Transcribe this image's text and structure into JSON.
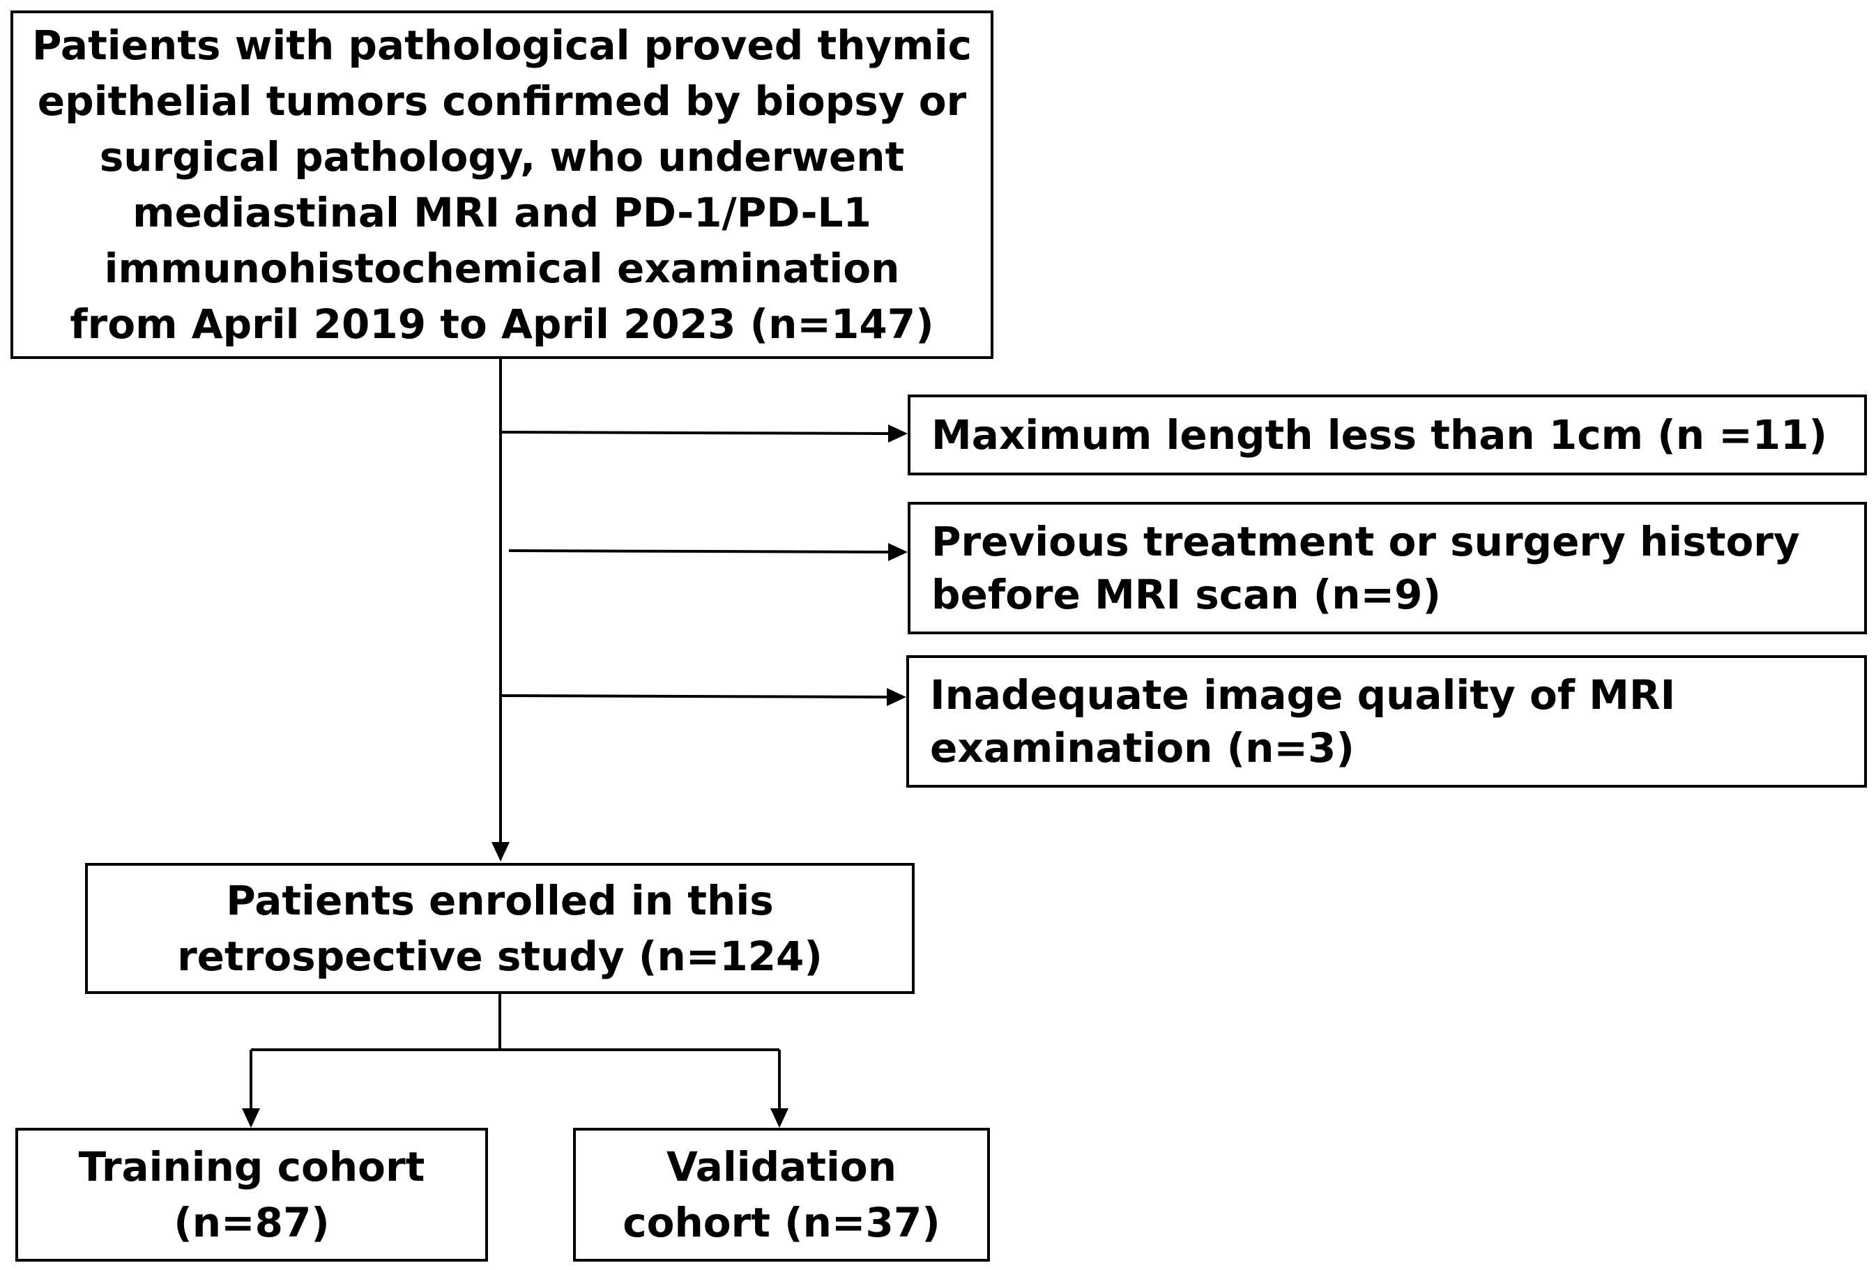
{
  "source": {
    "lines": [
      "Patients with pathological proved thymic",
      "epithelial tumors confirmed by biopsy or",
      "surgical pathology, who underwent",
      "mediastinal MRI and PD-1/PD-L1",
      "immunohistochemical examination",
      "from April 2019 to April 2023 (n=147)"
    ]
  },
  "exclusions": [
    {
      "lines": [
        "Maximum length less than 1cm  (n =11)"
      ]
    },
    {
      "lines": [
        "Previous treatment or surgery history",
        "before MRI scan (n=9)"
      ]
    },
    {
      "lines": [
        "Inadequate image quality of MRI",
        "examination  (n=3)"
      ]
    }
  ],
  "enrolled": {
    "lines": [
      "Patients enrolled in this",
      "retrospective study (n=124)"
    ]
  },
  "cohorts": [
    {
      "lines": [
        "Training cohort",
        "(n=87)"
      ]
    },
    {
      "lines": [
        "Validation",
        "cohort (n=37)"
      ]
    }
  ]
}
